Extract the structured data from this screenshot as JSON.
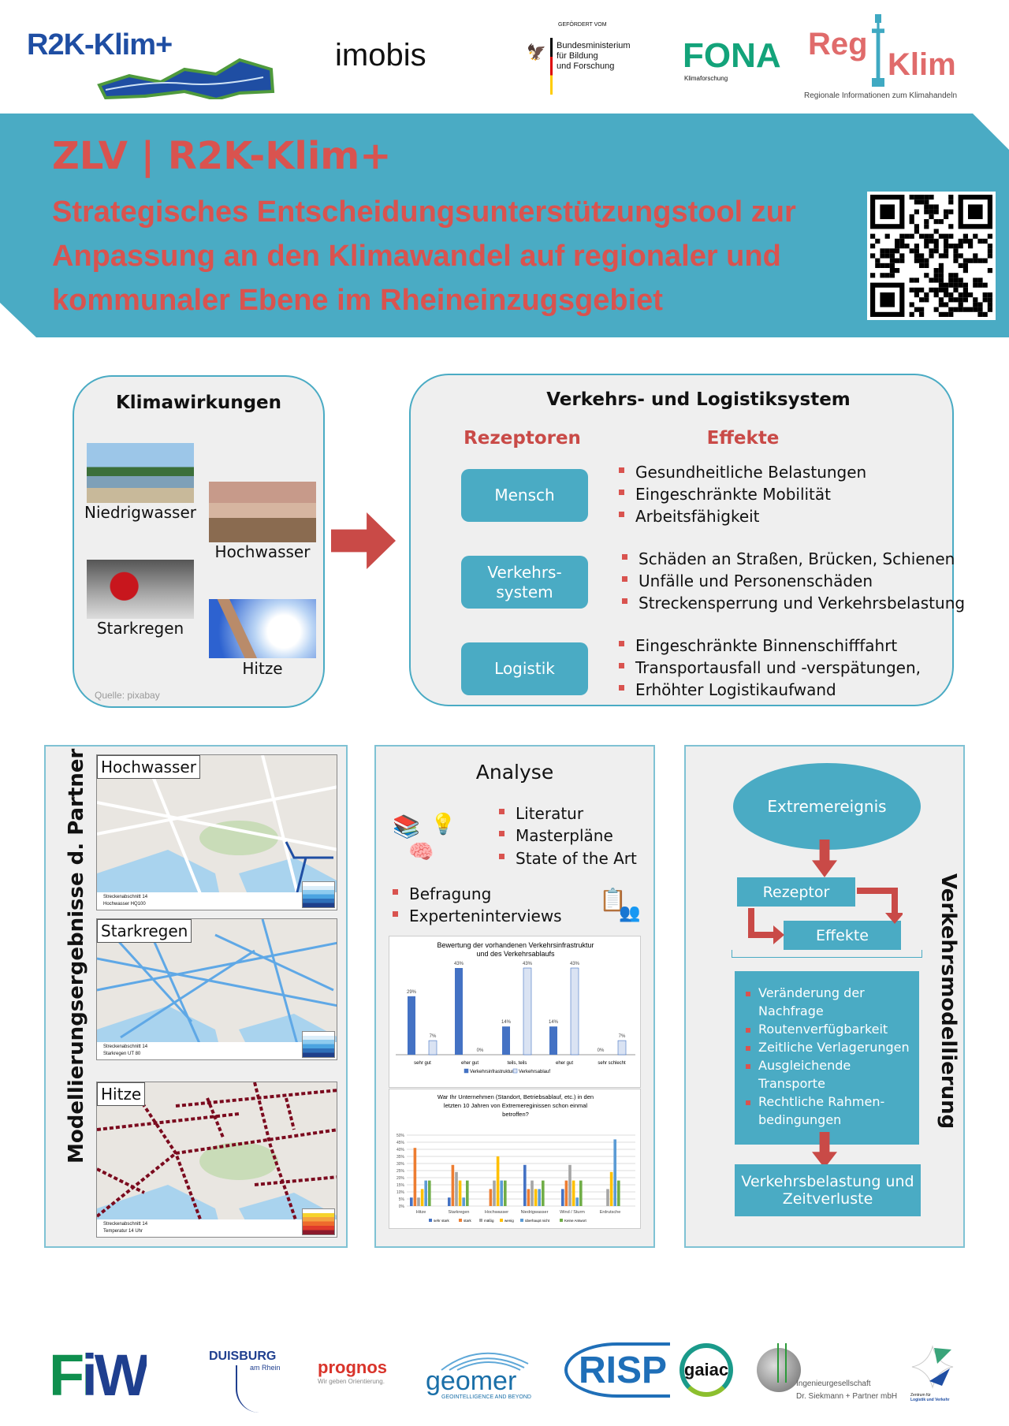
{
  "logos_top": {
    "r2k": "R2K-Klim+",
    "imobis": "imobis",
    "bmbf_funded": "GEFÖRDERT VOM",
    "bmbf": [
      "Bundesministerium",
      "für Bildung",
      "und Forschung"
    ],
    "fona": "FONA",
    "fona_sub": "Klimaforschung",
    "regiklim_reg": "Reg",
    "regiklim_klim": "Klim",
    "regiklim_sub": "Regionale Informationen zum Klimahandeln"
  },
  "banner": {
    "title": "ZLV | R2K-Klim+",
    "subtitle": [
      "Strategisches Entscheidungsunterstützungstool zur",
      "Anpassung an den Klimawandel auf regionaler und",
      "kommunaler Ebene im Rheineinzugsgebiet"
    ]
  },
  "klimawirkungen": {
    "title": "Klimawirkungen",
    "items": [
      "Niedrigwasser",
      "Hochwasser",
      "Starkregen",
      "Hitze"
    ],
    "source": "Quelle: pixabay"
  },
  "verkehr": {
    "title": "Verkehrs- und Logistiksystem",
    "col_rezeptoren": "Rezeptoren",
    "col_effekte": "Effekte",
    "rows": [
      {
        "rezeptor": "Mensch",
        "effekte": [
          "Gesundheitliche Belastungen",
          "Eingeschränkte Mobilität",
          "Arbeitsfähigkeit"
        ]
      },
      {
        "rezeptor": "Verkehrs-\nsystem",
        "effekte": [
          "Schäden an Straßen, Brücken, Schienen",
          "Unfälle und Personenschäden",
          "Streckensperrung und Verkehrsbelastung"
        ]
      },
      {
        "rezeptor": "Logistik",
        "effekte": [
          "Eingeschränkte Binnenschifffahrt",
          "Transportausfall und -verspätungen,",
          "Erhöhter Logistikaufwand"
        ]
      }
    ]
  },
  "modellierung": {
    "vertical_title": "Modellierungsergebnisse d. Partner",
    "maps": [
      {
        "label": "Hochwasser",
        "foot": [
          "Streckenabschnitt 14",
          "Hochwasser HQ100"
        ]
      },
      {
        "label": "Starkregen",
        "foot": [
          "Streckenabschnitt 14",
          "Starkregen UT 80"
        ]
      },
      {
        "label": "Hitze",
        "foot": [
          "Streckenabschnitt 14",
          "Temperatur 14 Uhr"
        ]
      }
    ]
  },
  "analyse": {
    "title": "Analyse",
    "list1": [
      "Literatur",
      "Masterpläne",
      "State of the Art"
    ],
    "list2": [
      "Befragung",
      "Experteninterviews"
    ]
  },
  "chart_data": [
    {
      "type": "bar",
      "title": "Bewertung der vorhandenen Verkehrsinfrastruktur und des Verkehrsablaufs",
      "title_lines": [
        "Bewertung der vorhandenen Verkehrsinfrastruktur",
        "und des Verkehrsablaufs"
      ],
      "categories": [
        "sehr gut",
        "eher gut",
        "teils, teils",
        "eher gut",
        "sehr schlecht"
      ],
      "series": [
        {
          "name": "Verkehrsinfrastruktur",
          "color": "#4472c4",
          "values": [
            29,
            43,
            14,
            14,
            0
          ]
        },
        {
          "name": "Verkehrsablauf",
          "color": "#dae3f3",
          "values": [
            7,
            0,
            43,
            43,
            7
          ]
        }
      ],
      "ylim": [
        0,
        43
      ],
      "data_labels": true
    },
    {
      "type": "bar",
      "title": "War Ihr Unternehmen (Standort, Betriebsablauf, etc.) in den letzten 10 Jahren von Extremereginissen schon einmal betroffen?",
      "title_lines": [
        "War Ihr Unternehmen (Standort, Betriebsablauf, etc.) in den",
        "letzten 10 Jahren von Extremereginissen schon einmal",
        "betroffen?"
      ],
      "categories": [
        "Hitze",
        "Starkregen",
        "Hochwasser",
        "Niedrigwasser",
        "Wind / Sturm",
        "Erdrutsche"
      ],
      "series": [
        {
          "name": "sehr stark",
          "color": "#4472c4",
          "values": [
            6,
            6,
            0,
            29,
            12,
            0
          ]
        },
        {
          "name": "stark",
          "color": "#ed7d31",
          "values": [
            41,
            29,
            12,
            12,
            18,
            0
          ]
        },
        {
          "name": "mäßig",
          "color": "#a5a5a5",
          "values": [
            6,
            24,
            18,
            18,
            29,
            12
          ]
        },
        {
          "name": "wenig",
          "color": "#ffc000",
          "values": [
            12,
            18,
            35,
            12,
            18,
            24
          ]
        },
        {
          "name": "überhaupt nicht",
          "color": "#5b9bd5",
          "values": [
            18,
            6,
            18,
            12,
            6,
            47
          ]
        },
        {
          "name": "Keine Antwort",
          "color": "#70ad47",
          "values": [
            18,
            18,
            18,
            18,
            18,
            18
          ]
        }
      ],
      "yticks": [
        "0%",
        "5%",
        "10%",
        "15%",
        "20%",
        "25%",
        "30%",
        "35%",
        "40%",
        "45%",
        "50%"
      ],
      "ylim": [
        0,
        50
      ],
      "grid": true
    }
  ],
  "verkehrsmodellierung": {
    "vertical_title": "Verkehrsmodellierung",
    "event": "Extremereignis",
    "rezeptor": "Rezeptor",
    "effekte": "Effekte",
    "list": [
      "Veränderung der\nNachfrage",
      "Routenverfügbarkeit",
      "Zeitliche Verlagerungen",
      "Ausgleichende\nTransporte",
      "Rechtliche Rahmen-\nbedingungen"
    ],
    "result": "Verkehrsbelastung und Zeitverluste"
  },
  "logos_bottom": {
    "fiw": "FiW",
    "duisburg": "DUISBURG",
    "duisburg_sub": "am Rhein",
    "prognos": "prognos",
    "prognos_sub": "Wir geben Orientierung.",
    "geomer": "geomer",
    "geomer_sub": "GEOINTELLIGENCE AND BEYOND",
    "risp": "RISP",
    "gaiac": "gaiac",
    "siekmann": [
      "Ingenieurgesellschaft",
      "Dr. Siekmann + Partner mbH"
    ],
    "zlv": [
      "Zentrum für",
      "Logistik und Verkehr"
    ]
  },
  "colors": {
    "accent": "#4aabc4",
    "red": "#d9534f"
  }
}
